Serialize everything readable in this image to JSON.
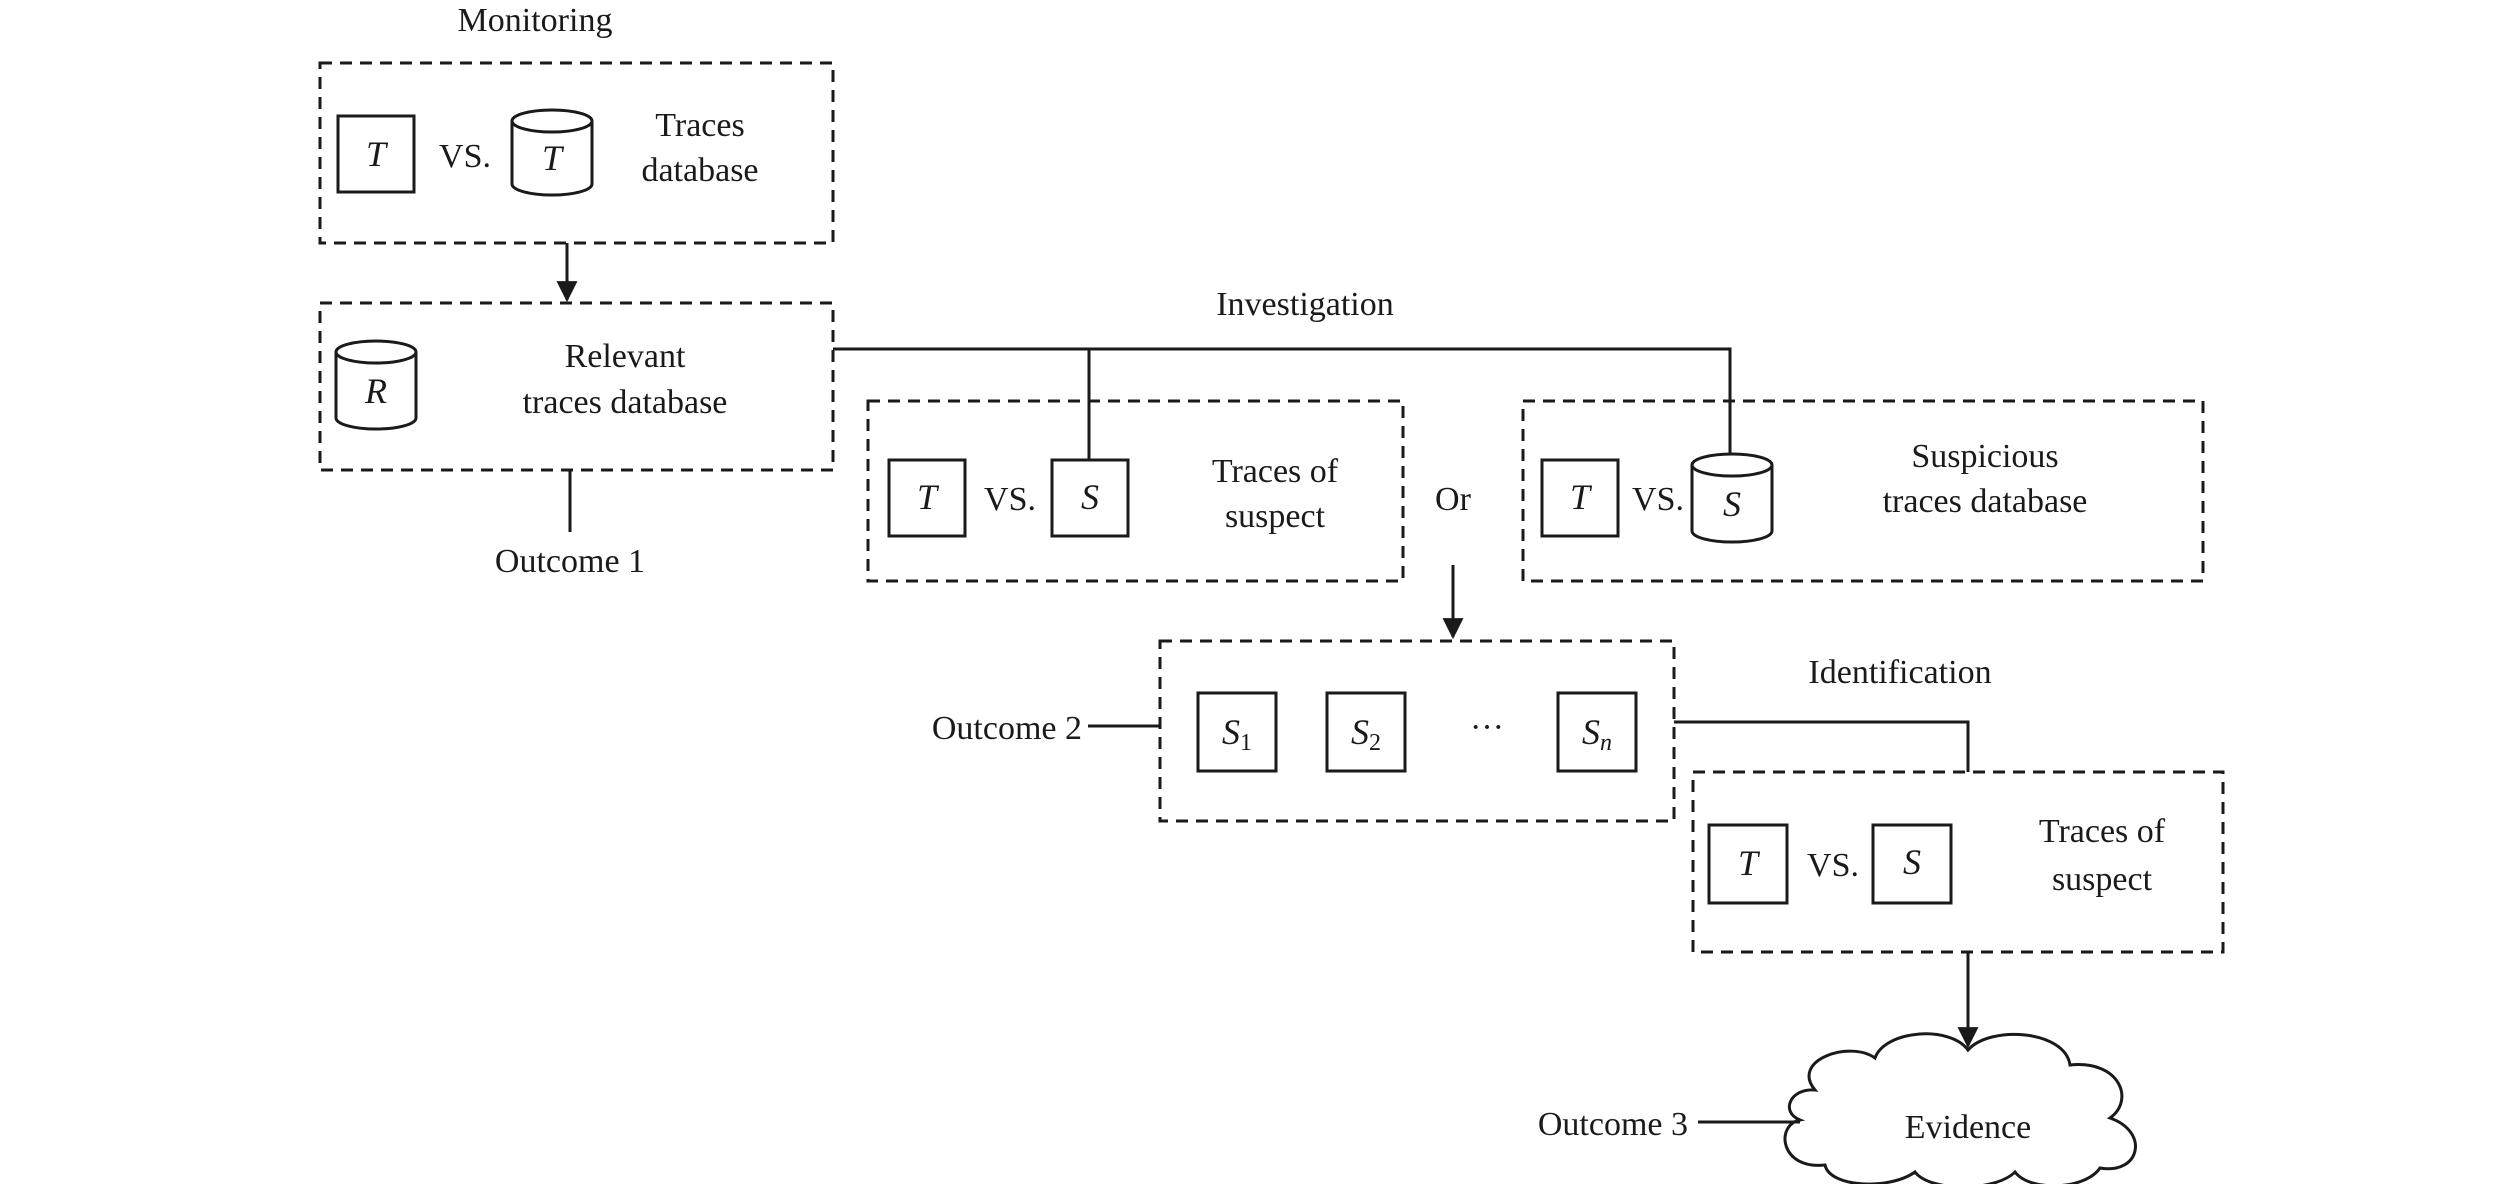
{
  "sections": {
    "monitoring": "Monitoring",
    "investigation": "Investigation",
    "identification": "Identification"
  },
  "symbols": {
    "T": "T",
    "R": "R",
    "S": "S",
    "S_base": "S",
    "sub1": "1",
    "sub2": "2",
    "subn": "n",
    "ellipsis": "···"
  },
  "labels": {
    "vs": "VS.",
    "traces_db_line1": "Traces",
    "traces_db_line2": "database",
    "relevant_line1": "Relevant",
    "relevant_line2": "traces database",
    "traces_of_suspect_line1": "Traces of",
    "traces_of_suspect_line2": "suspect",
    "or": "Or",
    "suspicious_line1": "Suspicious",
    "suspicious_line2": "traces database",
    "evidence": "Evidence"
  },
  "outcomes": {
    "outcome1": "Outcome 1",
    "outcome2": "Outcome 2",
    "outcome3": "Outcome 3"
  }
}
